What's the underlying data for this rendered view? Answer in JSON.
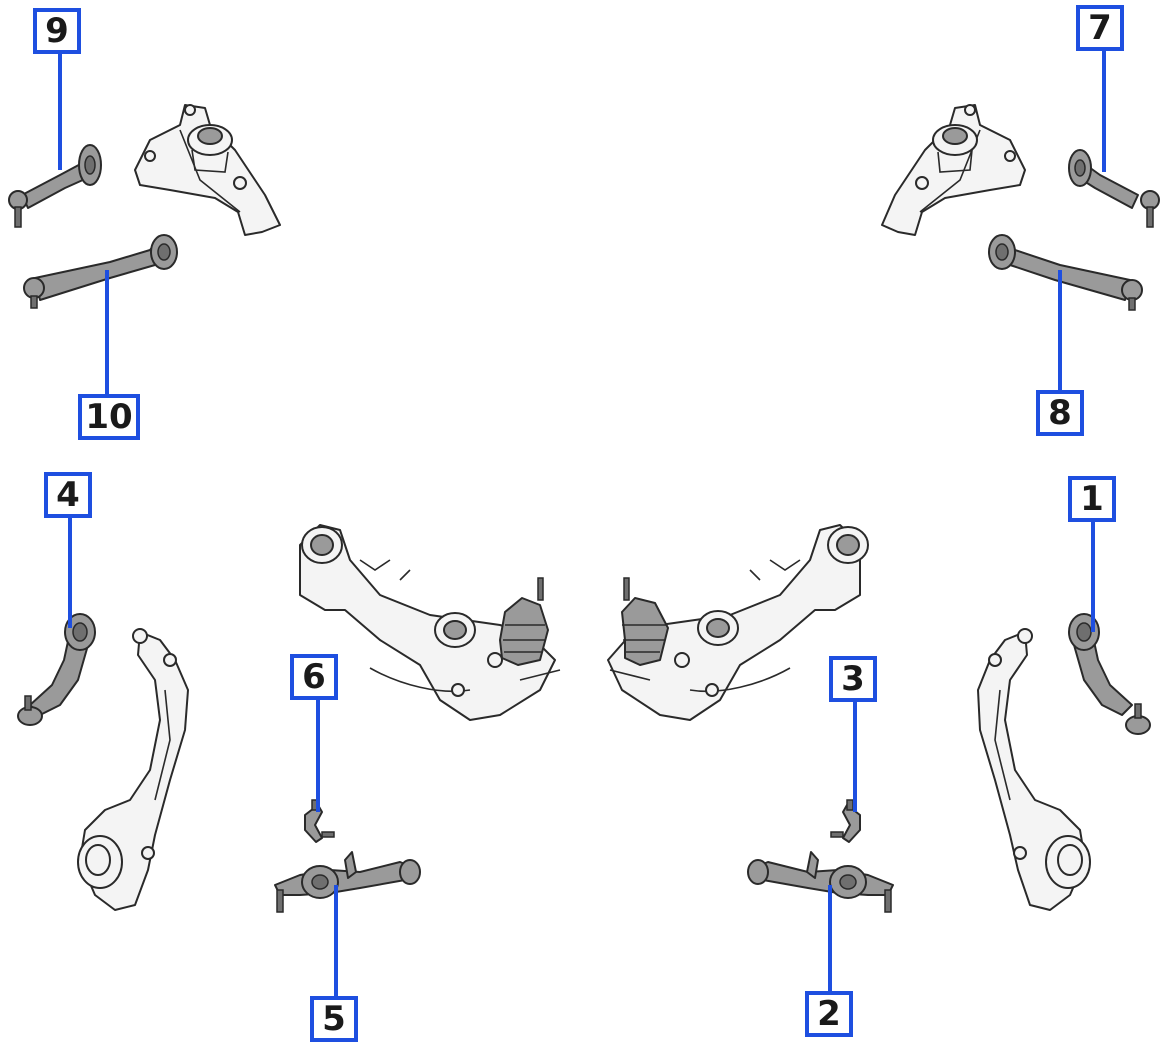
{
  "colors": {
    "callout": "#1e4fe0",
    "outline": "#2a2a2a",
    "part_fill": "#f2f2f2",
    "highlight_fill": "#9a9a9a"
  },
  "callouts": [
    {
      "id": "c9",
      "label": "9"
    },
    {
      "id": "c7",
      "label": "7"
    },
    {
      "id": "c10",
      "label": "10"
    },
    {
      "id": "c8",
      "label": "8"
    },
    {
      "id": "c4",
      "label": "4"
    },
    {
      "id": "c1",
      "label": "1"
    },
    {
      "id": "c6",
      "label": "6"
    },
    {
      "id": "c3",
      "label": "3"
    },
    {
      "id": "c5",
      "label": "5"
    },
    {
      "id": "c2",
      "label": "2"
    }
  ]
}
